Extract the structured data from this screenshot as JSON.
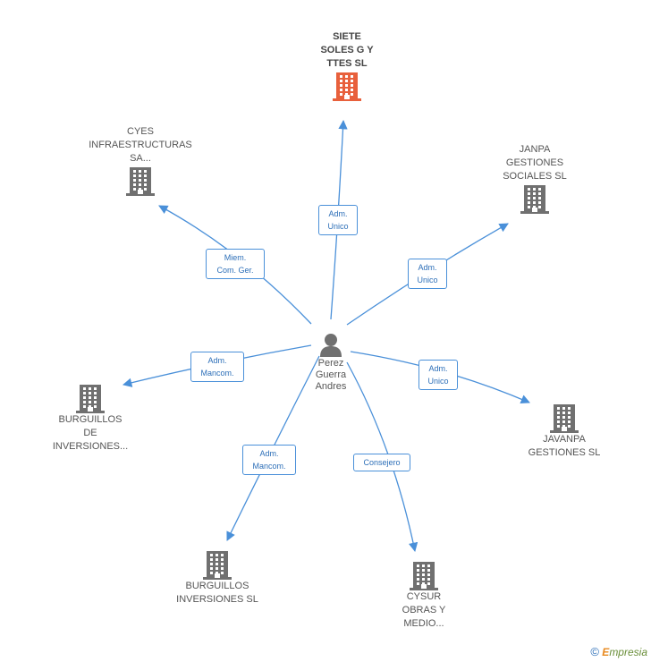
{
  "center": {
    "label": "Perez\nGuerra\nAndres",
    "icon": "person-icon"
  },
  "companies": [
    {
      "id": "siete",
      "label": "SIETE\nSOLES G Y\nTTES SL",
      "highlight": true
    },
    {
      "id": "cyes",
      "label": "CYES\nINFRAESTRUCTURAS\nSA...",
      "highlight": false
    },
    {
      "id": "janpa",
      "label": "JANPA\nGESTIONES\nSOCIALES SL",
      "highlight": false
    },
    {
      "id": "burg1",
      "label": "BURGUILLOS\nDE\nINVERSIONES...",
      "highlight": false
    },
    {
      "id": "javanpa",
      "label": "JAVANPA\nGESTIONES  SL",
      "highlight": false
    },
    {
      "id": "burg2",
      "label": "BURGUILLOS\nINVERSIONES SL",
      "highlight": false
    },
    {
      "id": "cysur",
      "label": "CYSUR\nOBRAS Y\nMEDIO...",
      "highlight": false
    }
  ],
  "relations": [
    {
      "to": "siete",
      "label": "Adm.\nUnico"
    },
    {
      "to": "cyes",
      "label": "Miem.\nCom. Ger."
    },
    {
      "to": "janpa",
      "label": "Adm.\nUnico"
    },
    {
      "to": "burg1",
      "label": "Adm.\nMancom."
    },
    {
      "to": "javanpa",
      "label": "Adm.\nUnico"
    },
    {
      "to": "burg2",
      "label": "Adm.\nMancom."
    },
    {
      "to": "cysur",
      "label": "Consejero"
    }
  ],
  "colors": {
    "edge": "#4a90d9",
    "building": "#707070",
    "building_highlight": "#e8603c",
    "person": "#707070"
  },
  "brand": {
    "copyright": "©",
    "initial": "E",
    "rest": "mpresia"
  }
}
